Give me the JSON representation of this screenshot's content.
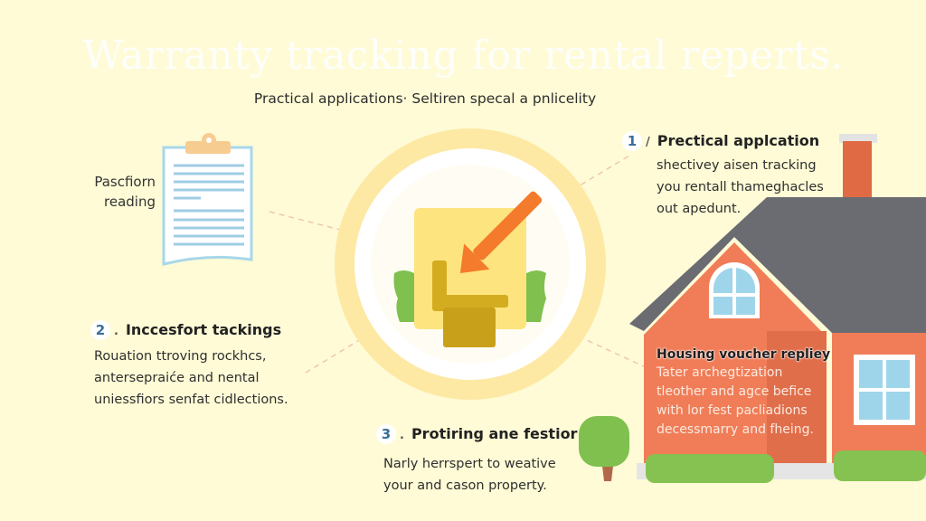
{
  "header": {
    "title": "Warranty tracking for rental reperts.",
    "subtitle": "Practical applications· Seltiren specal a pnlicelity"
  },
  "clipboard": {
    "label_line1": "Pascfiorn",
    "label_line2": "reading",
    "icon": "clipboard-icon"
  },
  "center_illustration": {
    "icon": "document-arrow-chair-icon",
    "description": "circular badge with yellow document, orange arrow pointing down-left, gold chair, green plants"
  },
  "sections": [
    {
      "number": "1",
      "separator": "/",
      "title": "Prectical applcation",
      "body": [
        "shectivey aisen tracking",
        "you rentall thameghacles",
        "out apedunt."
      ]
    },
    {
      "number": "2",
      "separator": ".",
      "title": "Inccesfort tackings",
      "body": [
        "Rouation ttroving rockhcs,",
        "antersepraiće and nental",
        "uniessfiors senfat cidlections."
      ]
    },
    {
      "number": "3",
      "separator": ".",
      "title": "Protiring ane festior",
      "body": [
        "Narly herrspert to weative",
        "your and cason property."
      ]
    }
  ],
  "house": {
    "icon": "house-icon",
    "callout_title": "Housing voucher repliey",
    "callout_body": [
      "Tater archegtization",
      "tleother and agce befice",
      "with lor fest pacliadions",
      "decessmarry and fheing."
    ]
  },
  "colors": {
    "background": "#fefbd6",
    "title_text": "#ffffff",
    "ring": "#fde9a4",
    "ring_inner": "#ffffff",
    "document": "#fde47e",
    "arrow": "#f47a2c",
    "chair": "#d4ac1f",
    "chair_seat": "#c9a019",
    "plants": "#7fc04f",
    "house_wall": "#f07d58",
    "house_door_panel": "#e06e4a",
    "roof": "#6b6b72",
    "chimney": "#e06a43",
    "window": "#9fd5ea",
    "bushes": "#86c252",
    "tree_trunk": "#b2694a",
    "clipboard_border": "#a8d7ea",
    "clipboard_clip": "#f7cc90",
    "clipboard_lines": "#9fcde4",
    "connector": "#f0c6b2",
    "number_badge_text": "#3a6f9a"
  }
}
